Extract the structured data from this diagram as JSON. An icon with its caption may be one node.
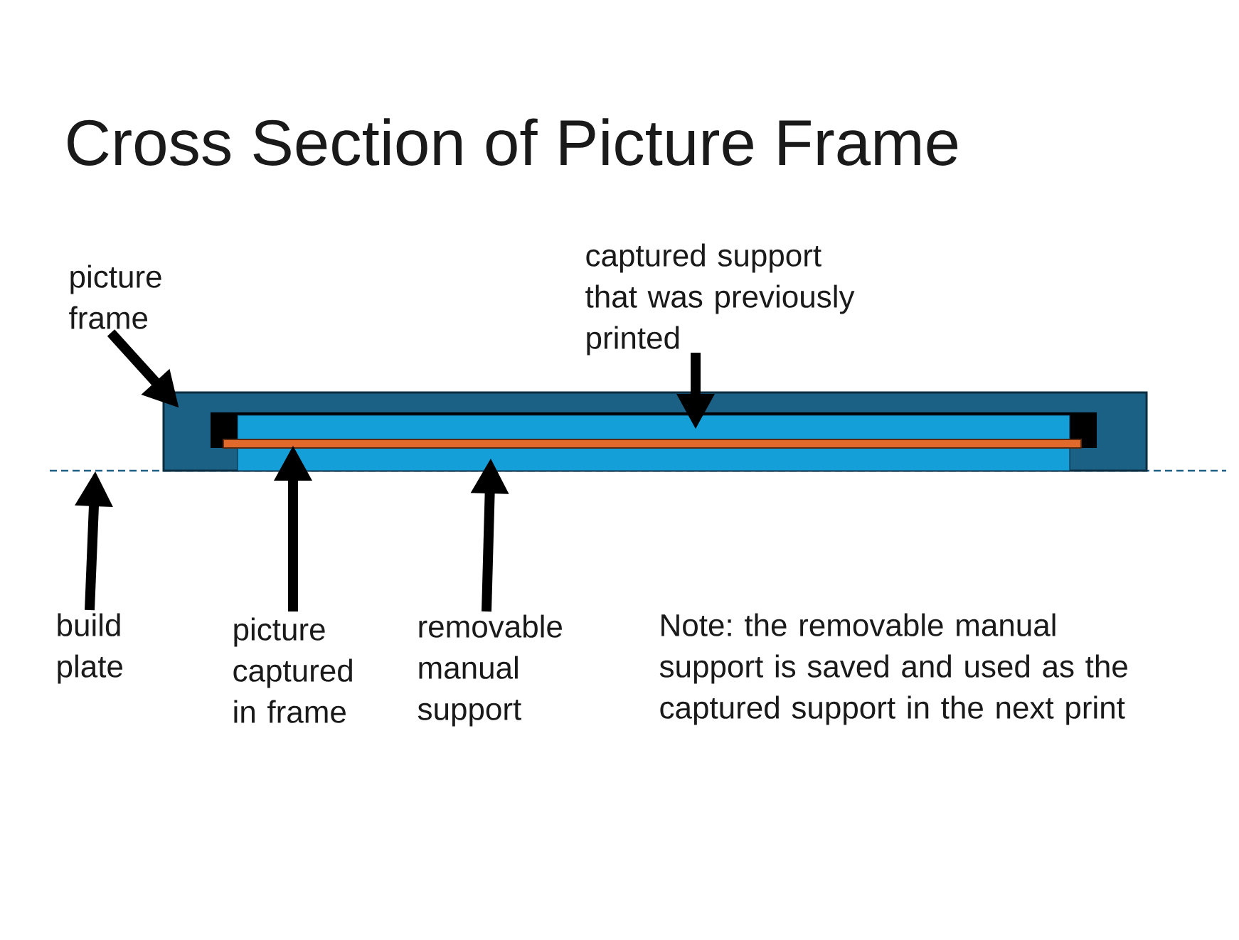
{
  "diagram": {
    "title": "Cross Section of Picture Frame",
    "nodes": [
      {
        "text": [
          "picture frame"
        ]
      },
      {
        "text": [
          "captured support that was previously printed"
        ]
      },
      {
        "text": [],
        "shape": "box"
      },
      {
        "text": [],
        "shape": "box",
        "in": 2
      },
      {
        "text": [],
        "shape": "bar",
        "in": 2
      },
      {
        "text": [],
        "shape": "box",
        "in": 2
      },
      {
        "text": [],
        "shape": "line"
      },
      {
        "text": [
          "build plate"
        ]
      },
      {
        "text": [
          "picture captured in frame"
        ]
      },
      {
        "text": [
          "removable manual support"
        ]
      }
    ],
    "edges": [
      {
        "from": 0,
        "to": 2,
        "arrow": "to"
      },
      {
        "from": 1,
        "to": 3,
        "arrow": "to"
      },
      {
        "from": 7,
        "to": 6,
        "arrow": "to"
      },
      {
        "from": 8,
        "to": 4,
        "arrow": "to"
      },
      {
        "from": 9,
        "to": 5,
        "arrow": "to"
      }
    ],
    "labels": [
      "Note: the removable manual support is saved and used as the captured support in the next print"
    ]
  }
}
